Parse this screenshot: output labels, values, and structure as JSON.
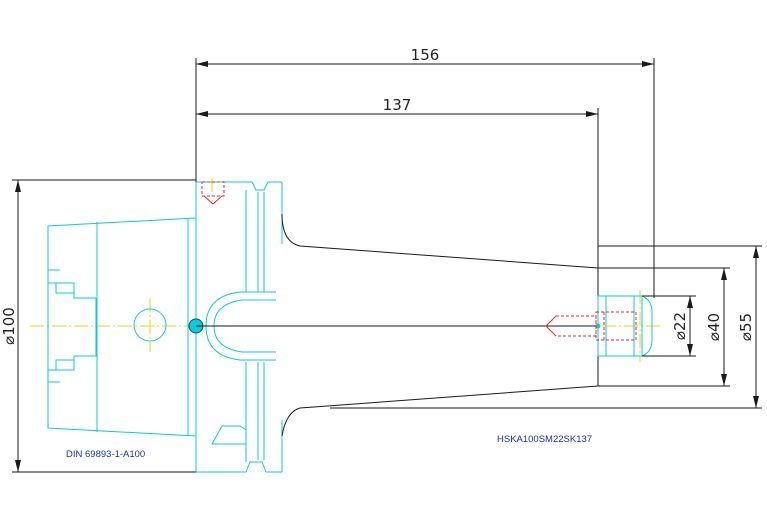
{
  "dimensions": {
    "overall_length": "156",
    "gauge_length": "137",
    "flange_diameter": "⌀100",
    "shank_diameter": "⌀55",
    "nose_diameter": "⌀40",
    "bore_diameter": "⌀22"
  },
  "labels": {
    "standard": "DIN 69893-1-A100",
    "part_number": "HSKA100SM22SK137"
  },
  "colors": {
    "outline": "#12c8d6",
    "dimension": "#1a1a1a",
    "hidden": "#e0282b",
    "centerline": "#e8d21c",
    "label": "#1a2fb0"
  }
}
